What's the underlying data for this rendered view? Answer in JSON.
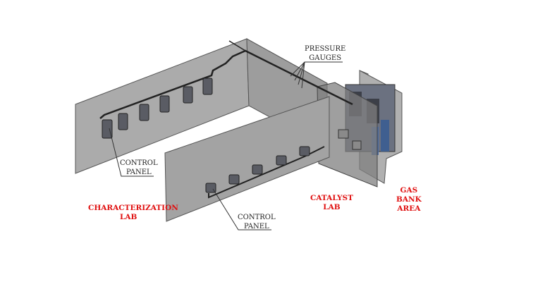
{
  "labels": {
    "pressure_gauges": [
      "PRESSURE",
      "GAUGES"
    ],
    "control_panel_top": [
      "CONTROL",
      "PANEL"
    ],
    "control_panel_bottom": [
      "CONTROL",
      "PANEL"
    ],
    "characterization_lab": [
      "CHARACTERIZATION",
      "LAB"
    ],
    "catalyst_lab": [
      "CATALYST",
      "LAB"
    ],
    "gas_bank_area": [
      "GAS",
      "BANK",
      "AREA"
    ]
  },
  "colors": {
    "wall": "#a9a9a9",
    "label_red": "#e01010",
    "panel": "#55575f"
  }
}
